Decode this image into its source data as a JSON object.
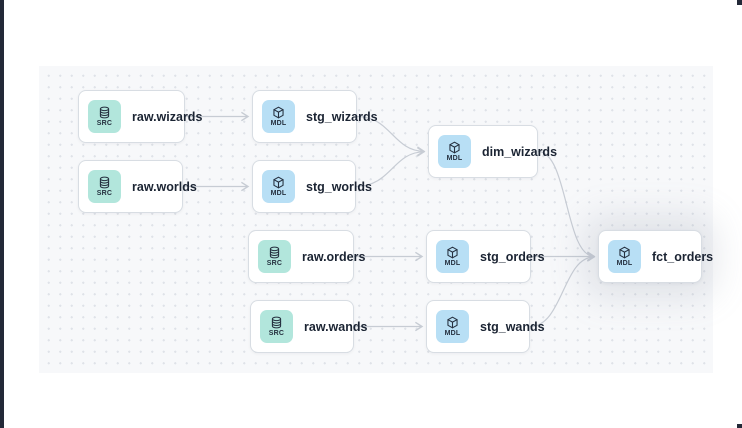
{
  "app": {
    "view": "lineage-graph-canvas"
  },
  "colors": {
    "frame_strip": "#232938",
    "canvas_bg": "#f7f8fa",
    "canvas_dot": "#dfe2e8",
    "card_border": "#d8dde3",
    "edge": "#c7ccd4",
    "src_badge_bg": "#b2e6dc",
    "mdl_badge_bg": "#b8dff5",
    "badge_ink": "#25303f",
    "label_ink": "#1b2433"
  },
  "graph": {
    "nodes": [
      {
        "label": "raw.wizards",
        "kind": "SRC",
        "icon": "database-icon"
      },
      {
        "label": "stg_wizards",
        "kind": "MDL",
        "icon": "cube-icon"
      },
      {
        "label": "raw.worlds",
        "kind": "SRC",
        "icon": "database-icon"
      },
      {
        "label": "stg_worlds",
        "kind": "MDL",
        "icon": "cube-icon"
      },
      {
        "label": "dim_wizards",
        "kind": "MDL",
        "icon": "cube-icon"
      },
      {
        "label": "raw.orders",
        "kind": "SRC",
        "icon": "database-icon"
      },
      {
        "label": "stg_orders",
        "kind": "MDL",
        "icon": "cube-icon"
      },
      {
        "label": "raw.wands",
        "kind": "SRC",
        "icon": "database-icon"
      },
      {
        "label": "stg_wands",
        "kind": "MDL",
        "icon": "cube-icon"
      },
      {
        "label": "fct_orders",
        "kind": "MDL",
        "icon": "cube-icon"
      }
    ],
    "edges": [
      {
        "from": "raw.wizards",
        "to": "stg_wizards"
      },
      {
        "from": "raw.worlds",
        "to": "stg_worlds"
      },
      {
        "from": "stg_wizards",
        "to": "dim_wizards"
      },
      {
        "from": "stg_worlds",
        "to": "dim_wizards"
      },
      {
        "from": "raw.orders",
        "to": "stg_orders"
      },
      {
        "from": "raw.wands",
        "to": "stg_wands"
      },
      {
        "from": "dim_wizards",
        "to": "fct_orders"
      },
      {
        "from": "stg_orders",
        "to": "fct_orders"
      },
      {
        "from": "stg_wands",
        "to": "fct_orders"
      }
    ]
  }
}
